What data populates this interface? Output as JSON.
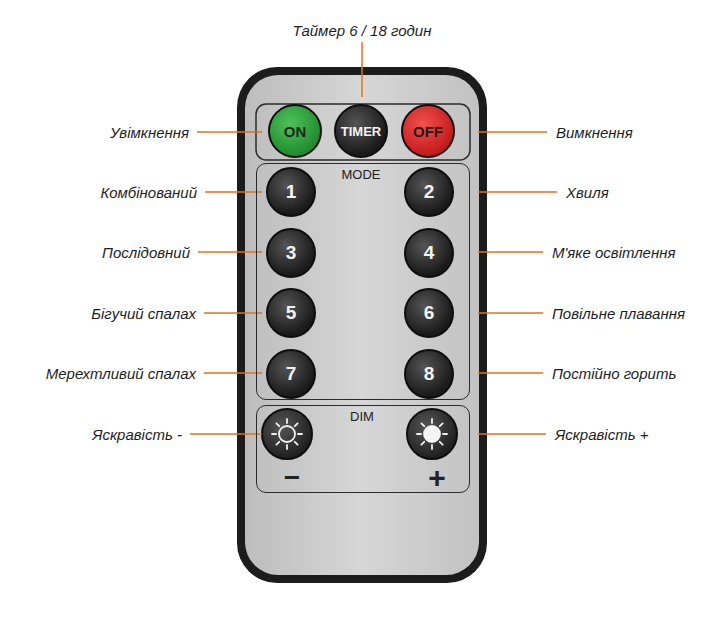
{
  "diagram": {
    "nodes": [
      {
        "text": [
          "ON"
        ]
      },
      {
        "text": [
          "TIMER"
        ]
      },
      {
        "text": [
          "OFF"
        ]
      },
      {
        "text": [
          "MODE"
        ]
      },
      {
        "text": [
          "1"
        ],
        "in": 3
      },
      {
        "text": [
          "2"
        ],
        "in": 3
      },
      {
        "text": [
          "3"
        ],
        "in": 3
      },
      {
        "text": [
          "4"
        ],
        "in": 3
      },
      {
        "text": [
          "5"
        ],
        "in": 3
      },
      {
        "text": [
          "6"
        ],
        "in": 3
      },
      {
        "text": [
          "7"
        ],
        "in": 3
      },
      {
        "text": [
          "8"
        ],
        "in": 3
      },
      {
        "text": [
          "DIM",
          "−",
          "+"
        ]
      }
    ],
    "labels": [
      "Таймер 6 / 18 годин",
      "Увімкнення",
      "Вимкнення",
      "Комбінований",
      "Хвиля",
      "Послідовний",
      "М'яке освітлення",
      "Бігучий спалах",
      "Повільне плавання",
      "Мерехтливий спалах",
      "Постійно горить",
      "Яскравість -",
      "Яскравість +"
    ]
  }
}
